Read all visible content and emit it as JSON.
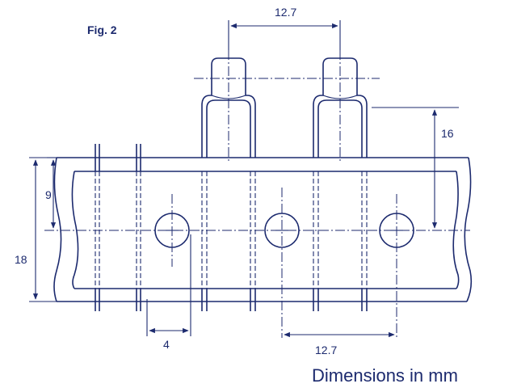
{
  "figure": {
    "label": "Fig. 2",
    "footnote": "Dimensions in mm"
  },
  "dimensions": {
    "top_pitch": "12.7",
    "lead_height": "16",
    "half_tape": "9",
    "tape_width": "18",
    "hole_offset": "4",
    "hole_pitch": "12.7"
  },
  "colors": {
    "ink": "#1c2a6e",
    "background": "#ffffff"
  }
}
